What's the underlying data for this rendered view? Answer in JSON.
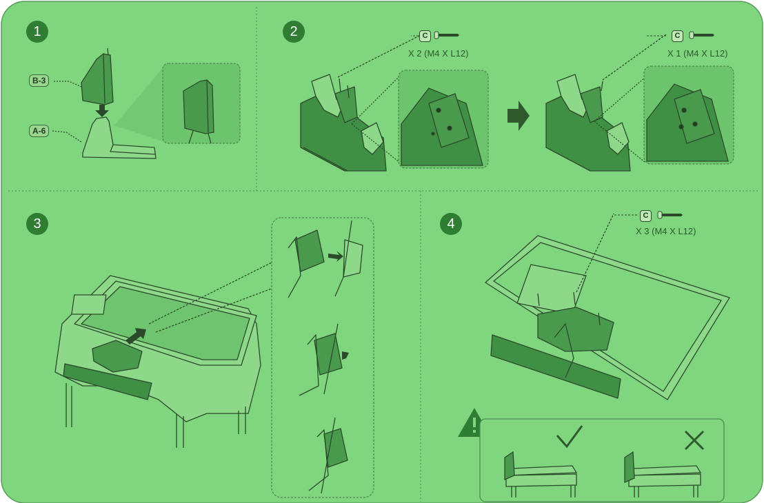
{
  "steps": [
    {
      "number": "1",
      "parts": [
        "B-3",
        "A-6"
      ]
    },
    {
      "number": "2",
      "screws": [
        {
          "code": "C",
          "spec": "X 2 (M4 X L12)"
        },
        {
          "code": "C",
          "spec": "X 1 (M4 X L12)"
        }
      ]
    },
    {
      "number": "3"
    },
    {
      "number": "4",
      "screw": {
        "code": "C",
        "spec": "X 3 (M4 X L12)"
      }
    }
  ],
  "colors": {
    "background": "#7fd67f",
    "panel_line": "#4e8a4e",
    "dark_part": "#3f8f44",
    "badge": "#2e7d32"
  },
  "icons": [
    "warning-icon",
    "checkmark-icon",
    "cross-icon",
    "right-arrow-icon",
    "screw-icon"
  ]
}
